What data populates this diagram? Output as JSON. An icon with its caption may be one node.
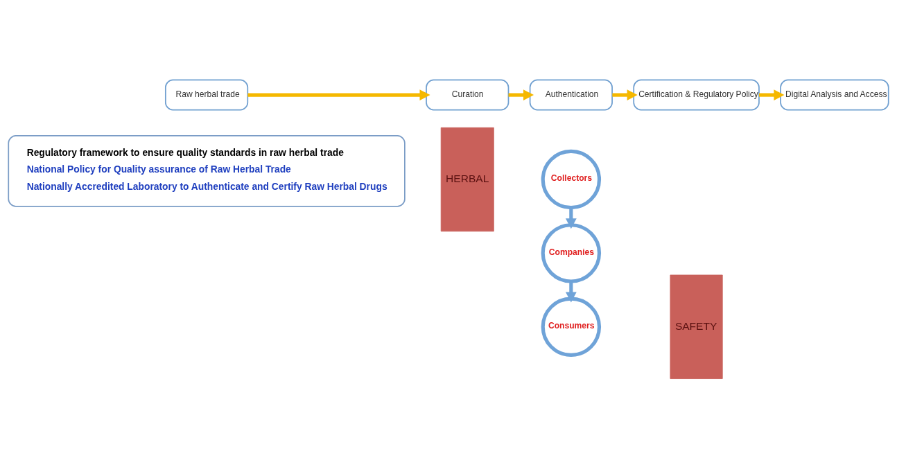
{
  "diagram": {
    "nodes": [
      {
        "text": [
          "Regulatory framework to ensure quality standards in raw herbal trade",
          "National Policy for Quality assurance of Raw Herbal Trade",
          "Nationally Accredited Laboratory to Authenticate and Certify Raw Herbal Drugs"
        ]
      },
      {
        "text": [
          "HERBAL"
        ]
      },
      {
        "text": [
          "Collectors"
        ]
      },
      {
        "text": [
          "Companies"
        ]
      },
      {
        "text": [
          "Consumers"
        ]
      },
      {
        "text": [
          "SAFETY"
        ]
      },
      {
        "text": [
          "Raw herbal trade"
        ]
      },
      {
        "text": [
          "Curation"
        ]
      },
      {
        "text": [
          "Authentication"
        ]
      },
      {
        "text": [
          "Certification & Regulatory Policy"
        ]
      },
      {
        "text": [
          "Digital Analysis and Access"
        ]
      }
    ],
    "edges": [
      {
        "from": 2,
        "to": 3,
        "arrow": "to",
        "color": "#6fa3d8"
      },
      {
        "from": 3,
        "to": 4,
        "arrow": "to",
        "color": "#6fa3d8"
      },
      {
        "from": 6,
        "to": 7,
        "arrow": "to"
      },
      {
        "from": 7,
        "to": 8,
        "arrow": "to"
      },
      {
        "from": 8,
        "to": 9,
        "arrow": "to"
      },
      {
        "from": 9,
        "to": 10,
        "arrow": "to"
      }
    ]
  }
}
